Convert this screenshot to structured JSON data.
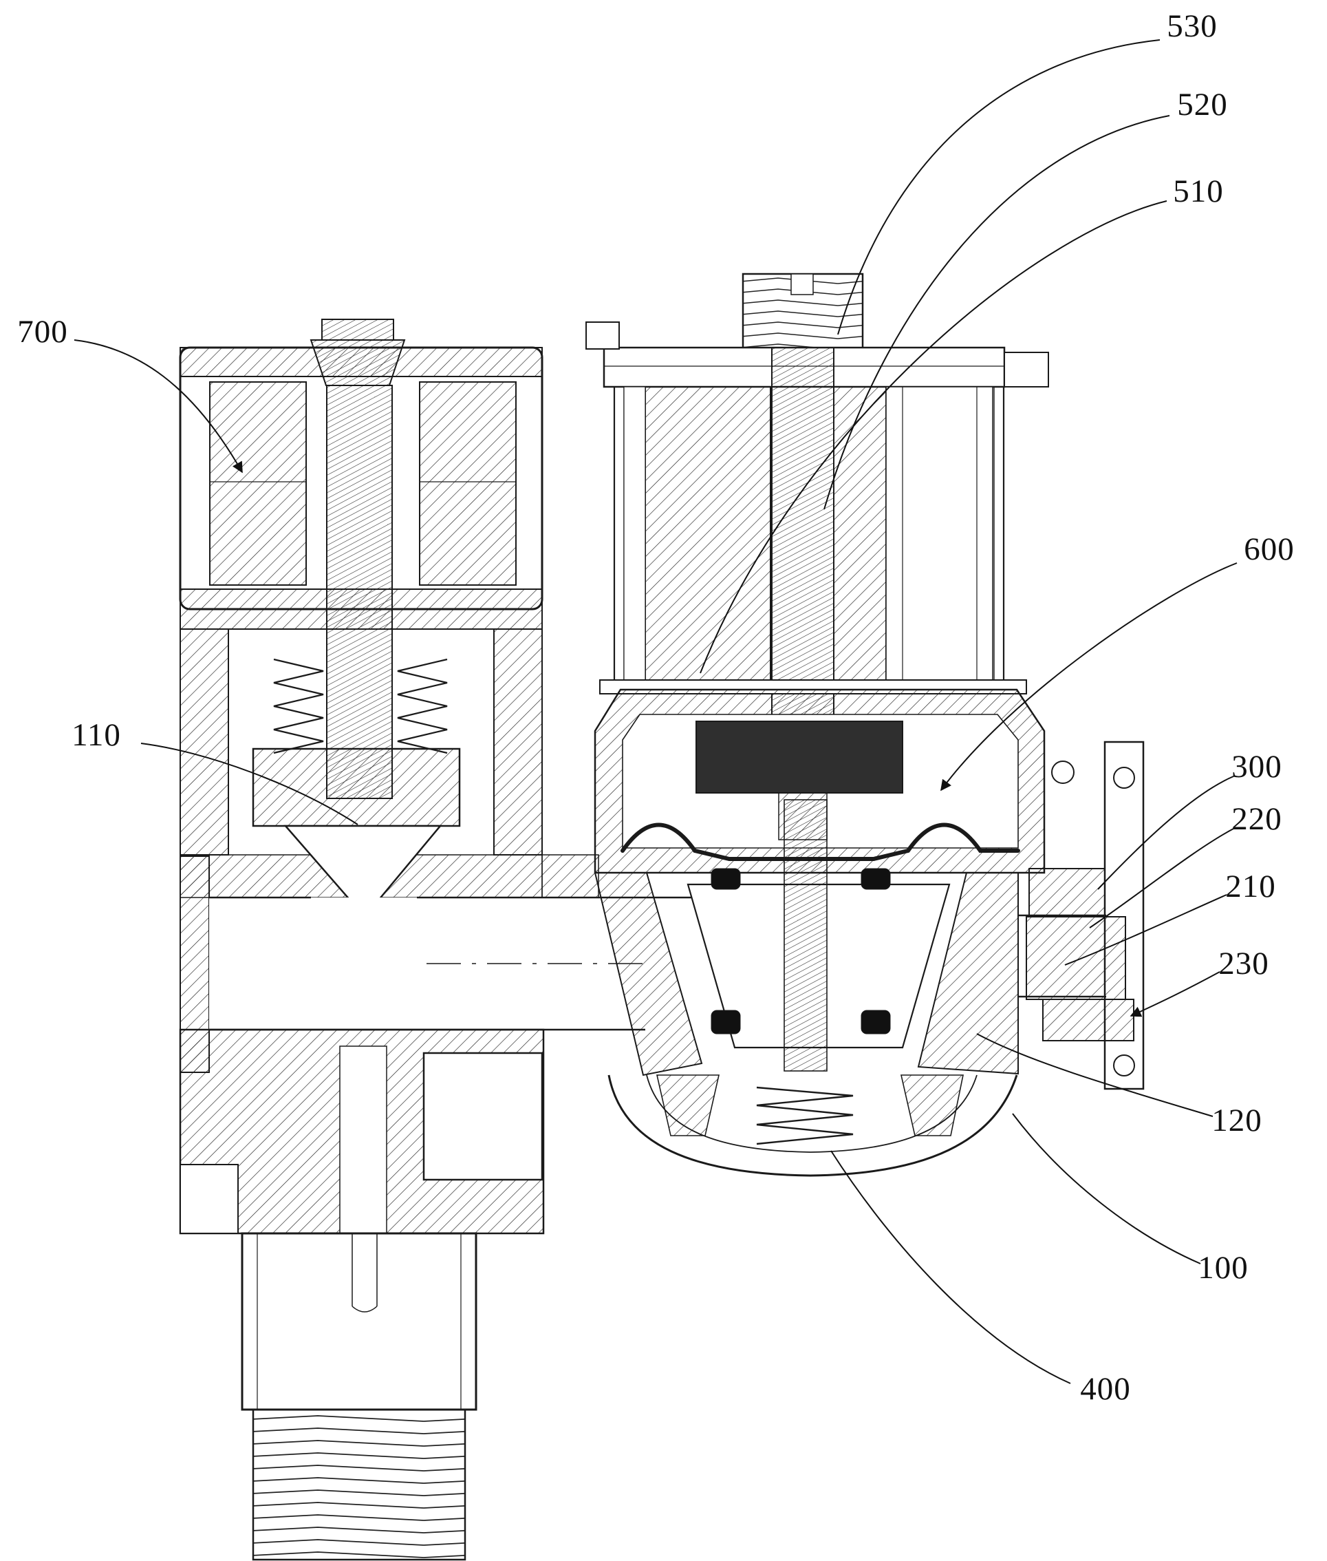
{
  "figure": {
    "type": "patent-cross-section-diagram",
    "description": "Sectional view of a dual solenoid valve assembly with numbered reference leaders",
    "colors": {
      "line": "#1a1a1a",
      "background": "#ffffff",
      "armature_fill": "#2f2f2f",
      "seal_fill": "#111111"
    },
    "labels": [
      {
        "ref": "530"
      },
      {
        "ref": "520"
      },
      {
        "ref": "510"
      },
      {
        "ref": "700"
      },
      {
        "ref": "600"
      },
      {
        "ref": "110"
      },
      {
        "ref": "300"
      },
      {
        "ref": "220"
      },
      {
        "ref": "210"
      },
      {
        "ref": "230"
      },
      {
        "ref": "120"
      },
      {
        "ref": "100"
      },
      {
        "ref": "400"
      }
    ]
  }
}
